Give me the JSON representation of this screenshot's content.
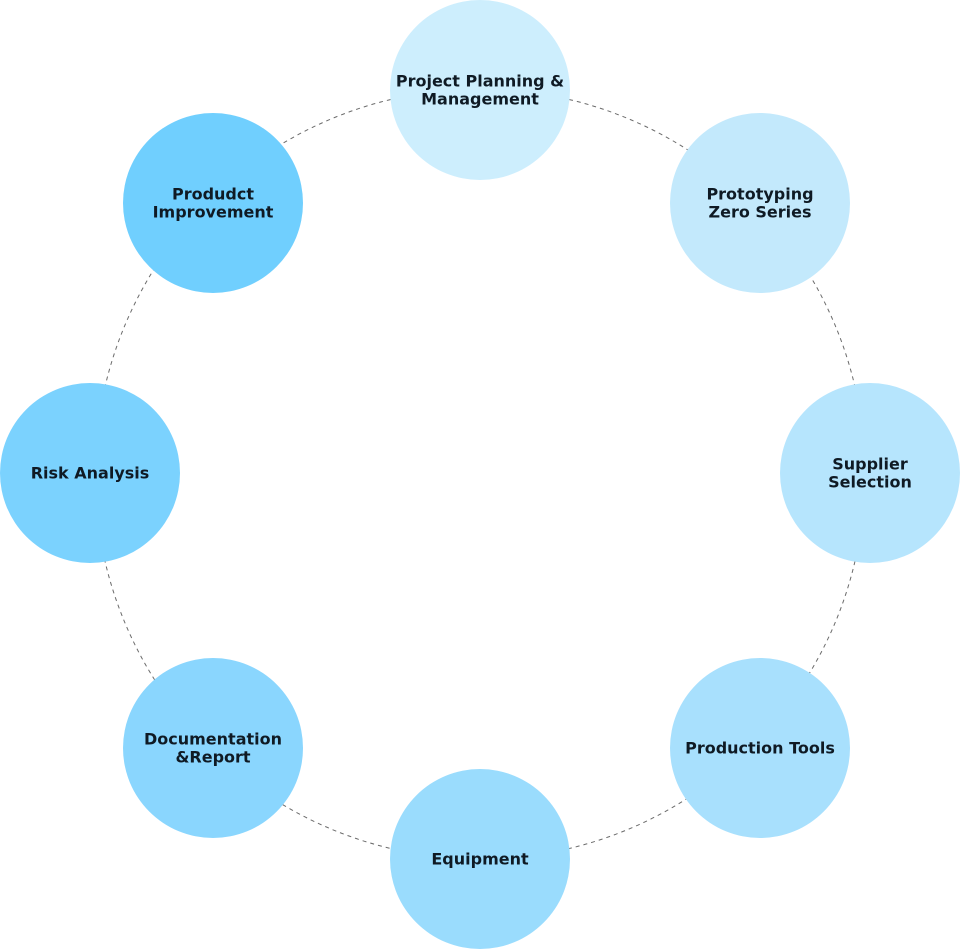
{
  "diagram": {
    "nodes": [
      {
        "id": "project-planning",
        "lines": [
          "Project Planning &",
          "Management"
        ],
        "color": "#cdeefd"
      },
      {
        "id": "prototyping",
        "lines": [
          "Prototyping",
          "Zero Series"
        ],
        "color": "#c3e9fc"
      },
      {
        "id": "supplier-selection",
        "lines": [
          "Supplier",
          "Selection"
        ],
        "color": "#b6e5fd"
      },
      {
        "id": "production-tools",
        "lines": [
          "Production Tools"
        ],
        "color": "#a8e0fd"
      },
      {
        "id": "equipment",
        "lines": [
          "Equipment"
        ],
        "color": "#9adcfd"
      },
      {
        "id": "documentation-report",
        "lines": [
          "Documentation",
          "&Report"
        ],
        "color": "#8ad6fe"
      },
      {
        "id": "risk-analysis",
        "lines": [
          "Risk Analysis"
        ],
        "color": "#7bd2fe"
      },
      {
        "id": "product-improvement",
        "lines": [
          "Produdct",
          "Improvement"
        ],
        "color": "#70cffe"
      }
    ]
  }
}
